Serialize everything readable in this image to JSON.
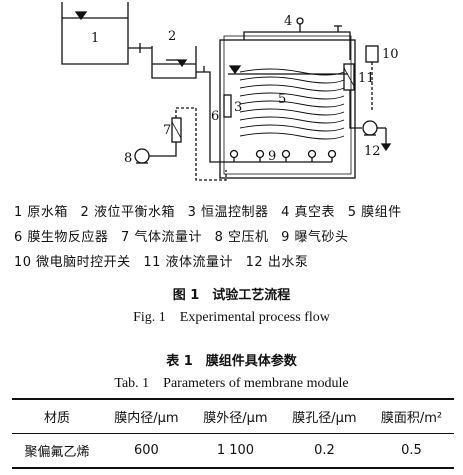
{
  "diagram": {
    "labels": [
      "1",
      "2",
      "3",
      "4",
      "5",
      "6",
      "7",
      "8",
      "9",
      "10",
      "11",
      "12"
    ]
  },
  "legend": {
    "items": [
      "1 原水箱",
      "2 液位平衡水箱",
      "3 恒温控制器",
      "4 真空表",
      "5 膜组件",
      "6 膜生物反应器",
      "7 气体流量计",
      "8 空压机",
      "9 曝气砂头",
      "10 微电脑时控开关",
      "11 液体流量计",
      "12 出水泵"
    ]
  },
  "figure_caption": {
    "cn": "图 1　试验工艺流程",
    "en": "Fig. 1　Experimental process flow"
  },
  "table_caption": {
    "cn": "表 1　膜组件具体参数",
    "en": "Tab. 1　Parameters of membrane module"
  },
  "table": {
    "headers": [
      "材质",
      "膜内径/μm",
      "膜外径/μm",
      "膜孔径/μm",
      "膜面积/m²"
    ],
    "rows": [
      [
        "聚偏氟乙烯",
        "600",
        "1 100",
        "0.2",
        "0.5"
      ]
    ]
  }
}
